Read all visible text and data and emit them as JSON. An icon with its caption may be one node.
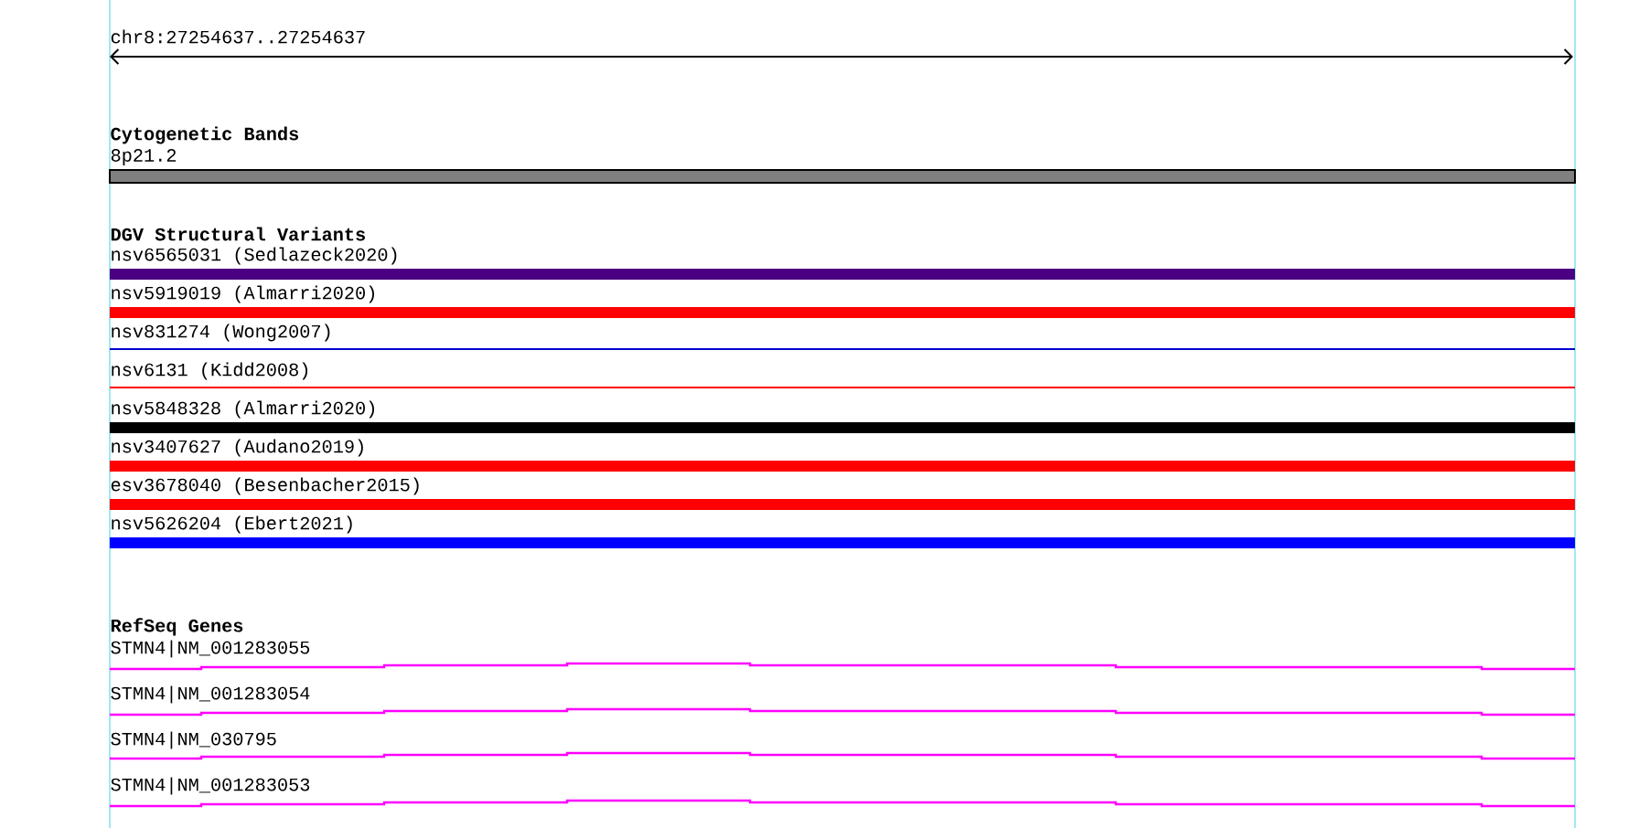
{
  "diagram": {
    "labels": [
      "chr8:27254637..27254637",
      "Cytogenetic Bands",
      "8p21.2",
      "DGV Structural Variants",
      "nsv6565031 (Sedlazeck2020)",
      "nsv5919019 (Almarri2020)",
      "nsv831274 (Wong2007)",
      "nsv6131 (Kidd2008)",
      "nsv5848328 (Almarri2020)",
      "nsv3407627 (Audano2019)",
      "esv3678040 (Besenbacher2015)",
      "nsv5626204 (Ebert2021)",
      "RefSeq Genes",
      "STMN4|NM_001283055",
      "STMN4|NM_001283054",
      "STMN4|NM_030795",
      "STMN4|NM_001283053"
    ]
  }
}
